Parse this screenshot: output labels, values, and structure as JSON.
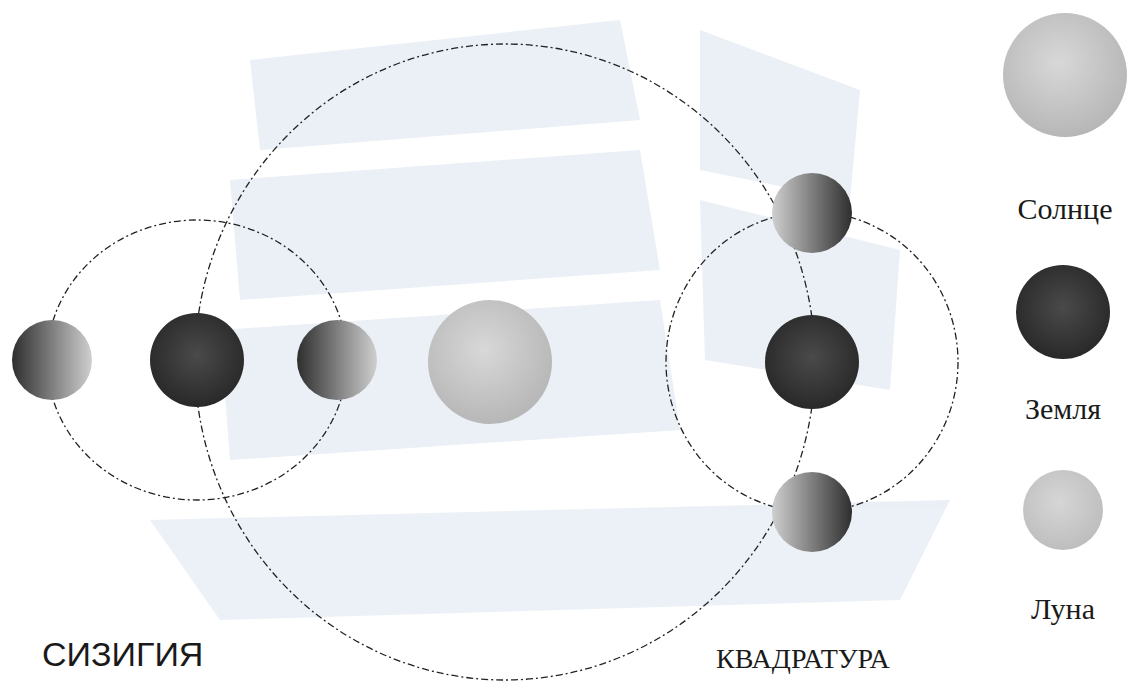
{
  "diagram": {
    "labels": [
      "СИЗИГИЯ",
      "КВАДРАТУРА"
    ],
    "legend": [
      {
        "text": "Солнце"
      },
      {
        "text": "Земля"
      },
      {
        "text": "Луна"
      }
    ]
  }
}
